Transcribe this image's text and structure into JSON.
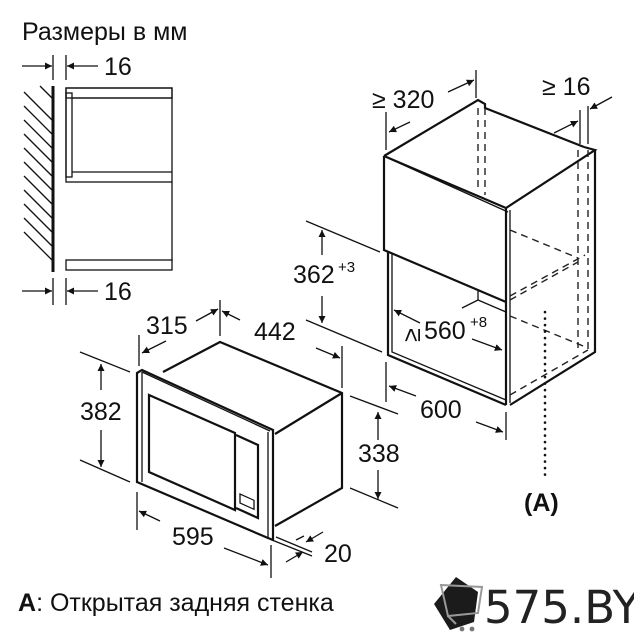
{
  "title": "Размеры в мм",
  "side_view": {
    "top_gap": "16",
    "bottom_gap": "16"
  },
  "cabinet": {
    "depth_min": "≥ 320",
    "back_gap_min": "≥ 16",
    "niche_height": "362",
    "niche_height_tol": "+3",
    "niche_width_prefix": "≥",
    "niche_width": "560",
    "niche_width_tol": "+8",
    "cabinet_width": "600",
    "marker": "(A)"
  },
  "appliance": {
    "depth": "315",
    "body_width": "442",
    "front_height": "382",
    "body_height": "338",
    "front_width": "595",
    "front_thickness": "20"
  },
  "legend": {
    "key": "A",
    "text": ": Открытая задняя стенка"
  },
  "watermark": {
    "text": "575.BY"
  }
}
